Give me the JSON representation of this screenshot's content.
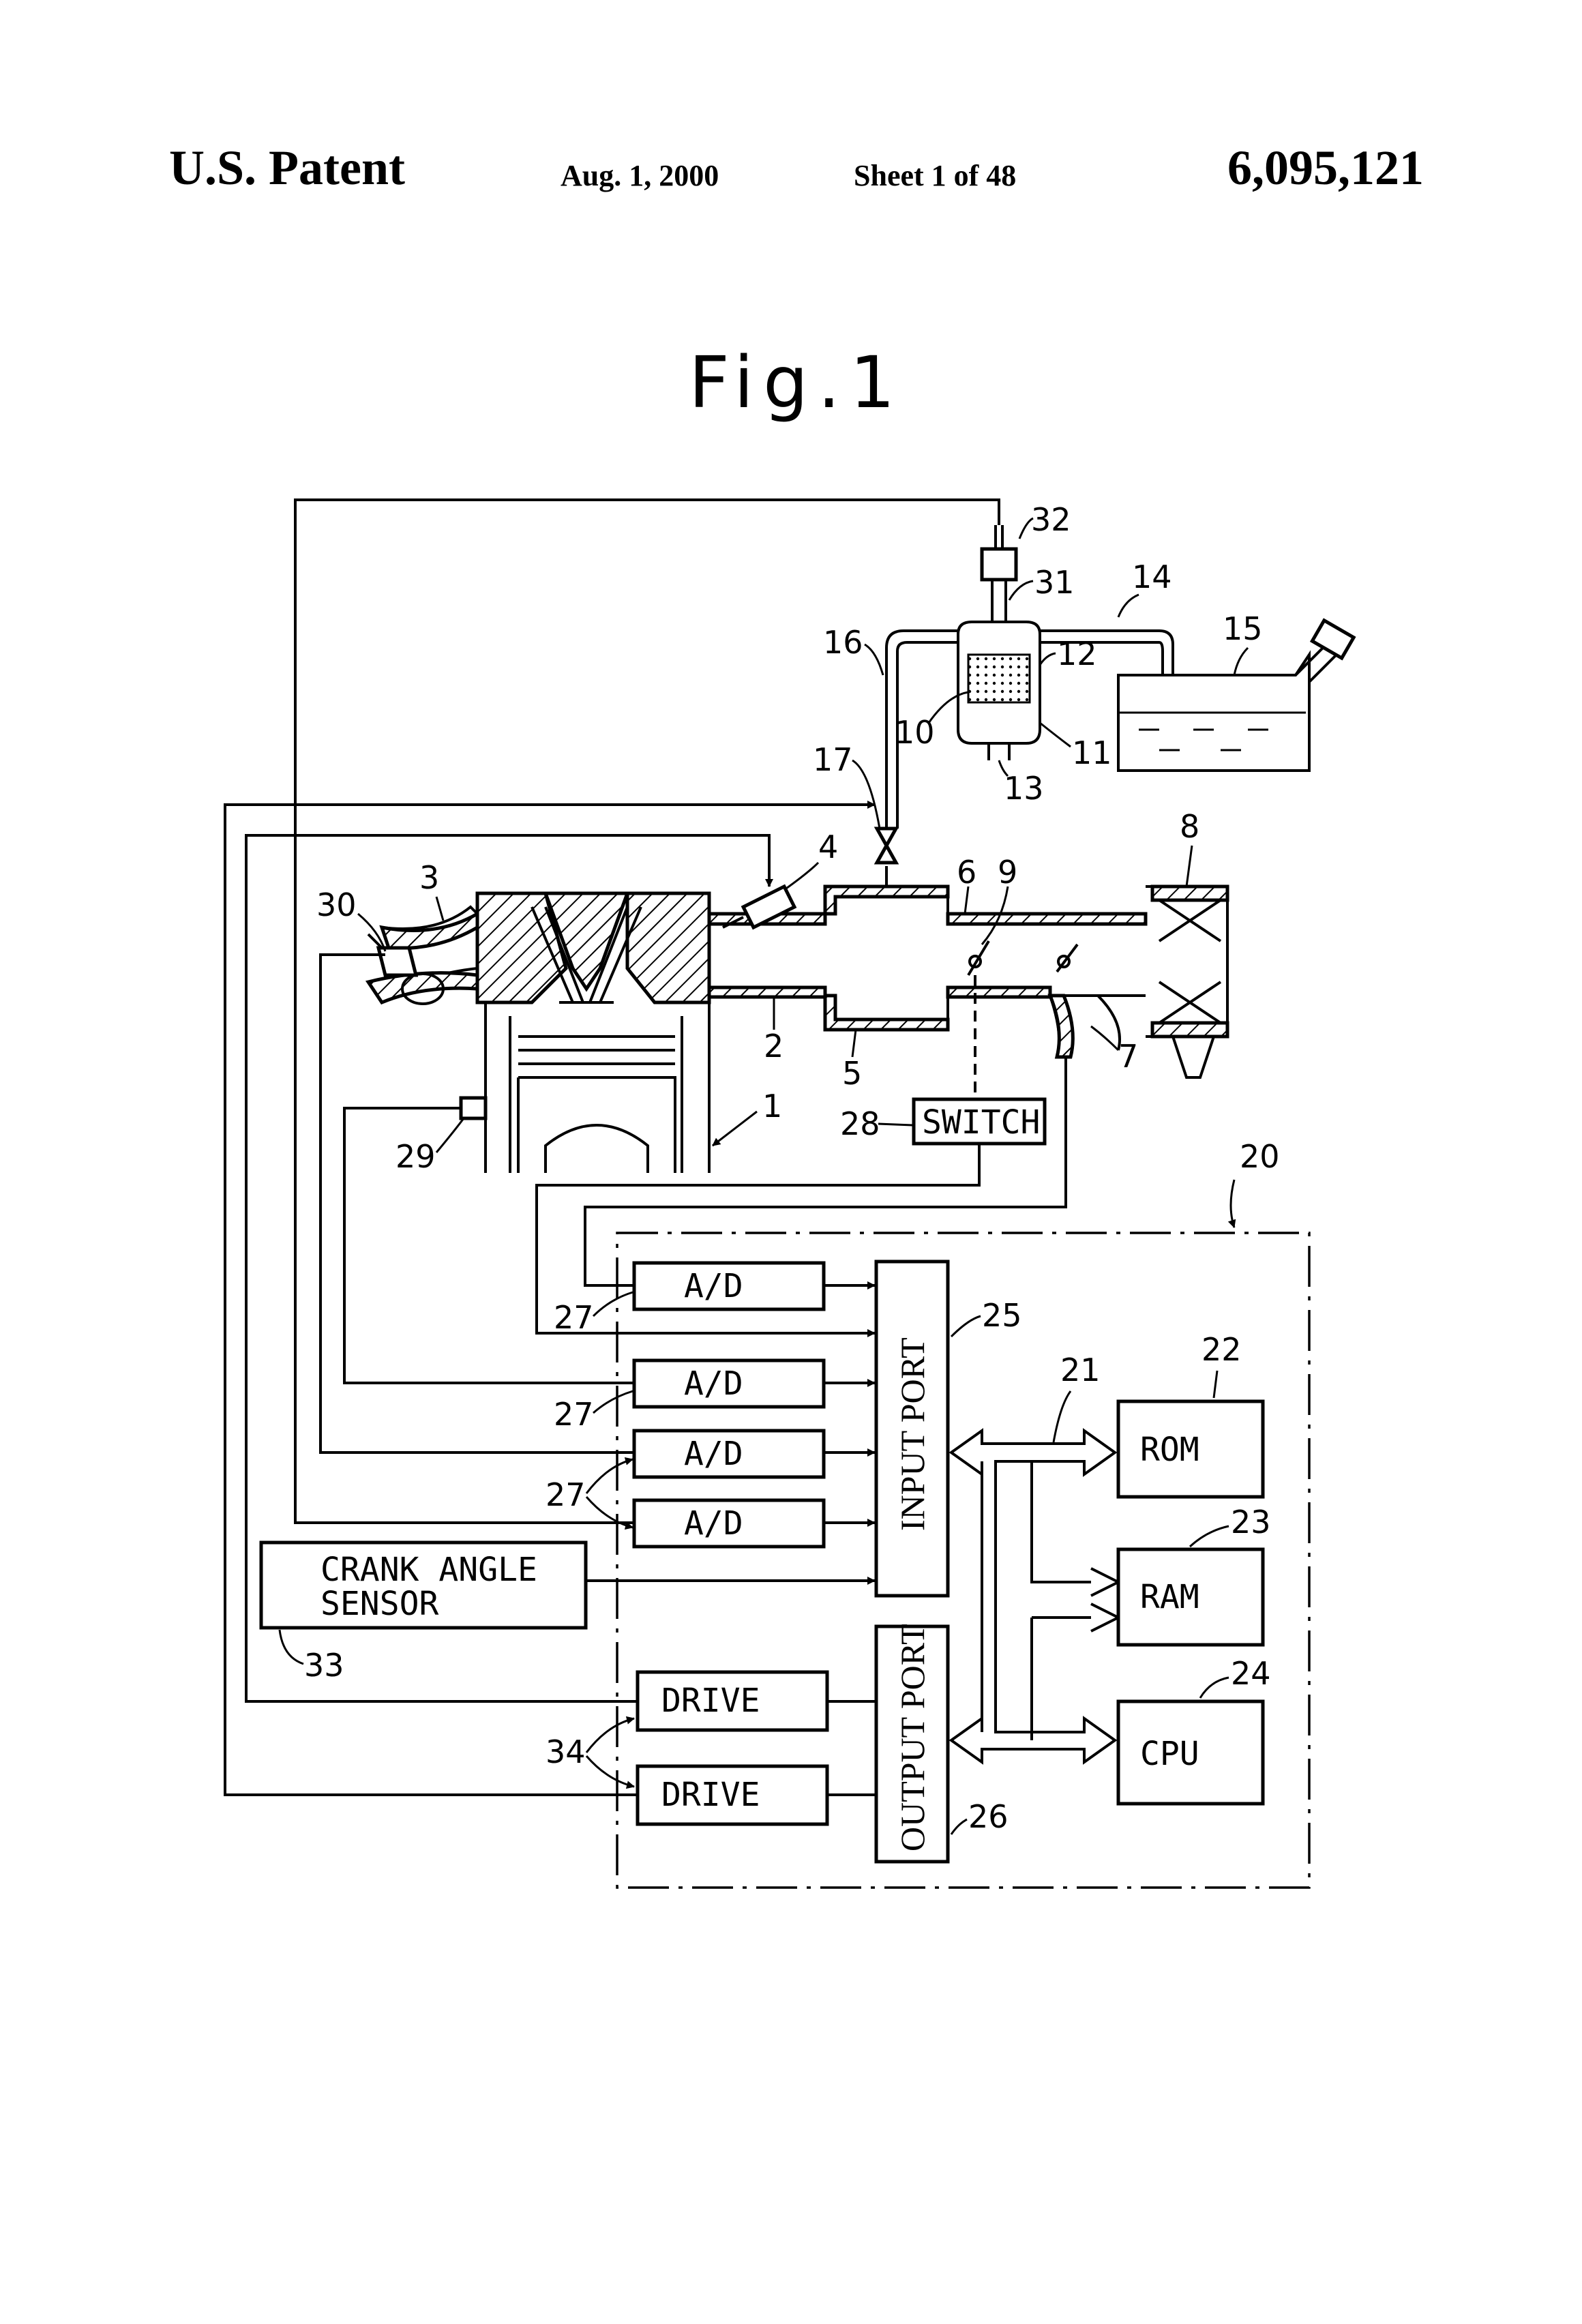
{
  "header": {
    "left": "U.S. Patent",
    "date": "Aug. 1, 2000",
    "sheet": "Sheet 1 of 48",
    "patent_number": "6,095,121"
  },
  "figure": {
    "title": "Fig.1"
  },
  "labels": {
    "switch": "SWITCH",
    "ad": "A/D",
    "input_port": "INPUT PORT",
    "output_port": "OUTPUT PORT",
    "rom": "ROM",
    "ram": "RAM",
    "cpu": "CPU",
    "crank_line1": "CRANK ANGLE",
    "crank_line2": "SENSOR",
    "drive": "DRIVE"
  },
  "refs": {
    "r1": "1",
    "r2": "2",
    "r3": "3",
    "r4": "4",
    "r5": "5",
    "r6": "6",
    "r7": "7",
    "r8": "8",
    "r9": "9",
    "r10": "10",
    "r11": "11",
    "r12": "12",
    "r13": "13",
    "r14": "14",
    "r15": "15",
    "r16": "16",
    "r17": "17",
    "r20": "20",
    "r21": "21",
    "r22": "22",
    "r23": "23",
    "r24": "24",
    "r25": "25",
    "r26": "26",
    "r27": "27",
    "r28": "28",
    "r29": "29",
    "r30": "30",
    "r31": "31",
    "r32": "32",
    "r33": "33",
    "r34": "34"
  }
}
